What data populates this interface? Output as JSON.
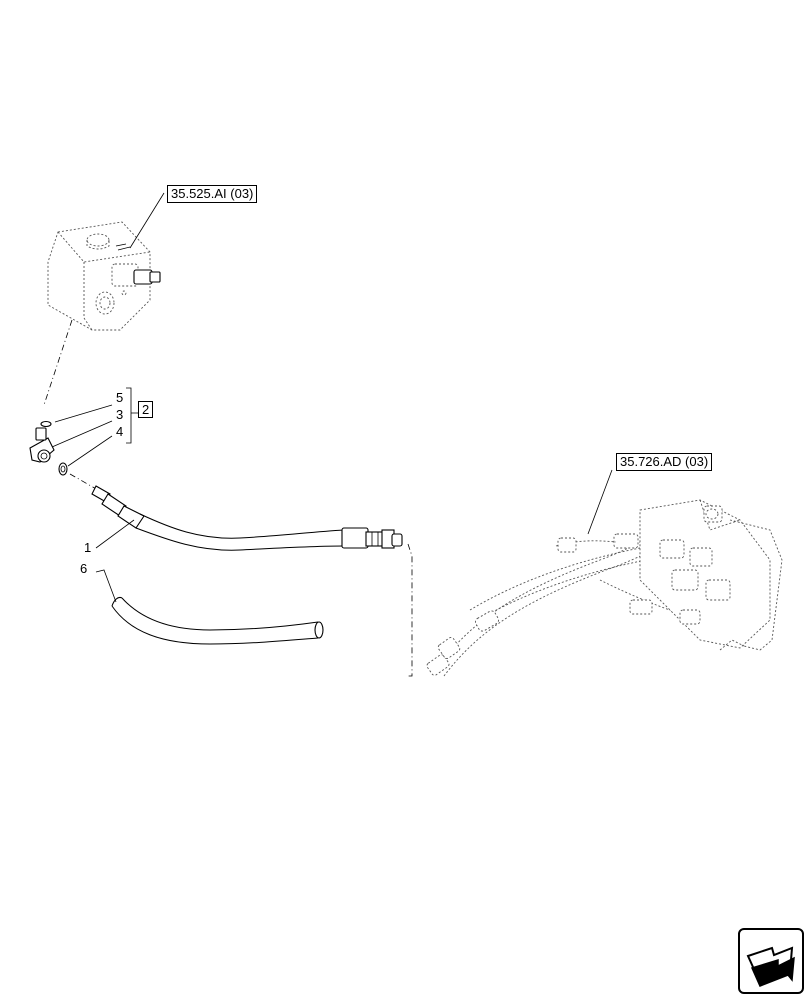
{
  "references": {
    "upper_ref": "35.525.AI (03)",
    "right_ref": "35.726.AD (03)"
  },
  "callouts": {
    "item_5": "5",
    "item_3": "3",
    "item_4": "4",
    "item_1": "1",
    "item_6": "6",
    "kit": "2"
  },
  "icons": {
    "navigation": "next-page-arrow-icon"
  }
}
